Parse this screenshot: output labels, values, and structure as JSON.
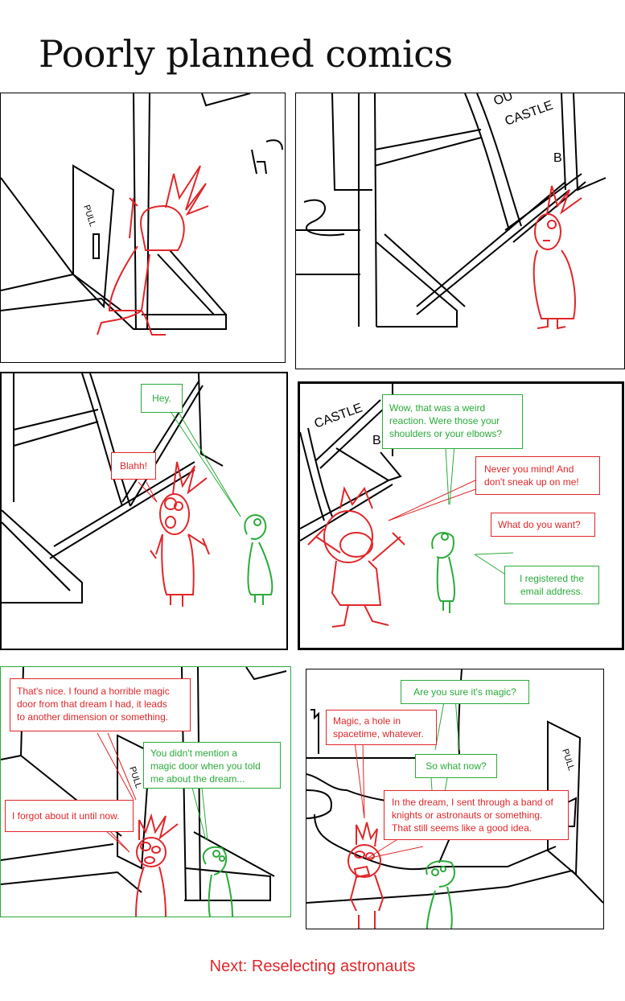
{
  "title": "Poorly planned comics",
  "colors": {
    "red_character": "#e0262a",
    "green_character": "#2aaa3a",
    "ink": "#000000"
  },
  "panels": [
    {
      "id": 1,
      "props": {
        "door_sign": "PULL"
      },
      "bubbles": []
    },
    {
      "id": 2,
      "props": {
        "sign_line1": "OU",
        "sign_line2": "CASTLE",
        "sign_line3": "B"
      },
      "bubbles": []
    },
    {
      "id": 3,
      "bubbles": [
        {
          "speaker": "green",
          "text": "Hey."
        },
        {
          "speaker": "red",
          "text": "Blahh!"
        }
      ]
    },
    {
      "id": 4,
      "props": {
        "sign_line2": "CASTLE"
      },
      "bubbles": [
        {
          "speaker": "green",
          "text": "Wow, that was a weird\nreaction. Were those your\nshoulders or your elbows?"
        },
        {
          "speaker": "red",
          "text": "Never you mind! And\ndon't sneak up on me!"
        },
        {
          "speaker": "red",
          "text": "What do you want?"
        },
        {
          "speaker": "green",
          "text": "I registered the\nemail address."
        }
      ]
    },
    {
      "id": 5,
      "props": {
        "door_sign": "PULL"
      },
      "bubbles": [
        {
          "speaker": "red",
          "text": "That's nice. I found a horrible magic\ndoor from that dream I had, it leads\nto another dimension or something."
        },
        {
          "speaker": "green",
          "text": "You didn't mention a\nmagic door when you told\nme about the dream..."
        },
        {
          "speaker": "red",
          "text": "I forgot about it until now."
        }
      ]
    },
    {
      "id": 6,
      "props": {
        "door_sign": "PULL"
      },
      "bubbles": [
        {
          "speaker": "green",
          "text": "Are you sure it's magic?"
        },
        {
          "speaker": "red",
          "text": "Magic, a hole in\nspacetime, whatever."
        },
        {
          "speaker": "green",
          "text": "So what now?"
        },
        {
          "speaker": "red",
          "text": "In the dream, I sent through a band of\nknights or astronauts or something.\nThat still seems like a good idea."
        }
      ]
    }
  ],
  "footer": {
    "next_label": "Next: Reselecting astronauts"
  }
}
